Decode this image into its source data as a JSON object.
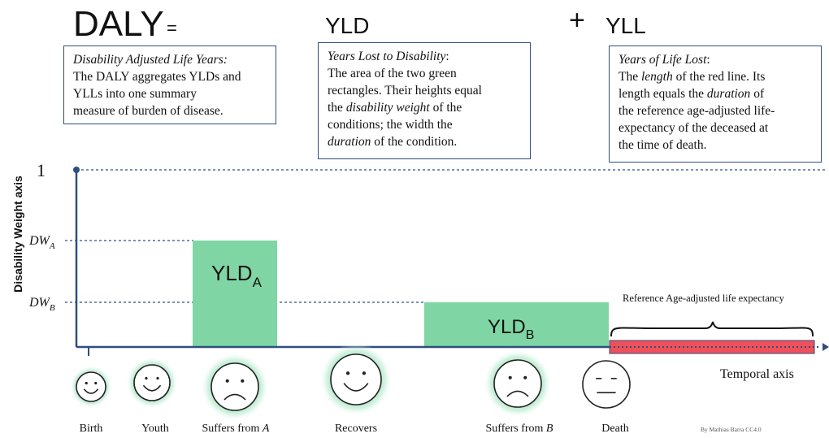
{
  "header": {
    "daly": "DALY",
    "equals": "=",
    "yld": "YLD",
    "plus": "+",
    "yll": "YLL"
  },
  "boxes": {
    "daly": {
      "title": "Disability Adjusted Life Years:",
      "lines": [
        "The DALY aggregates YLDs and",
        "YLLs into one summary",
        "measure of burden of disease."
      ]
    },
    "yld": {
      "title": "Years Lost to Disability",
      "title_suffix": ":",
      "l1": "The area of the two green",
      "l2": "rectangles. Their heights equal",
      "l3_pre": "the ",
      "l3_em": "disability weight",
      "l3_post": " of the",
      "l4": "conditions; the width the",
      "l5_em": "duration",
      "l5_post": " of the condition."
    },
    "yll": {
      "title": "Years of Life Lost",
      "title_suffix": ":",
      "l1_pre": "The ",
      "l1_em": "length",
      "l1_post": " of the red line. Its",
      "l2_pre": "length equals the ",
      "l2_em": "duration",
      "l2_post": " of",
      "l3": "the reference age-adjusted life-",
      "l4": "expectancy of the deceased at",
      "l5": "the time of death."
    }
  },
  "axes": {
    "ylabel": "Disability Weight axis",
    "xlabel": "Temporal axis",
    "tick_one": "1",
    "tick_dwa": "DW",
    "tick_dwa_sub": "A",
    "tick_dwb": "DW",
    "tick_dwb_sub": "B"
  },
  "bars": {
    "a_label": "YLD",
    "a_sub": "A",
    "b_label": "YLD",
    "b_sub": "B",
    "color_green": "#7fd6a4",
    "color_red": "#f0505a"
  },
  "reference_label": "Reference Age-adjusted life expectancy",
  "faces": [
    {
      "label": "Birth",
      "label_em": "",
      "mood": "smile",
      "glow": true
    },
    {
      "label": "Youth",
      "label_em": "",
      "mood": "smile",
      "glow": true
    },
    {
      "label": "Suffers from ",
      "label_em": "A",
      "mood": "sad",
      "glow": true
    },
    {
      "label": "Recovers",
      "label_em": "",
      "mood": "smile",
      "glow": true
    },
    {
      "label": "Suffers from ",
      "label_em": "B",
      "mood": "sad",
      "glow": true
    },
    {
      "label": "Death",
      "label_em": "",
      "mood": "dead",
      "glow": false
    }
  ],
  "credit": "By Mathias Barra CC4.0"
}
